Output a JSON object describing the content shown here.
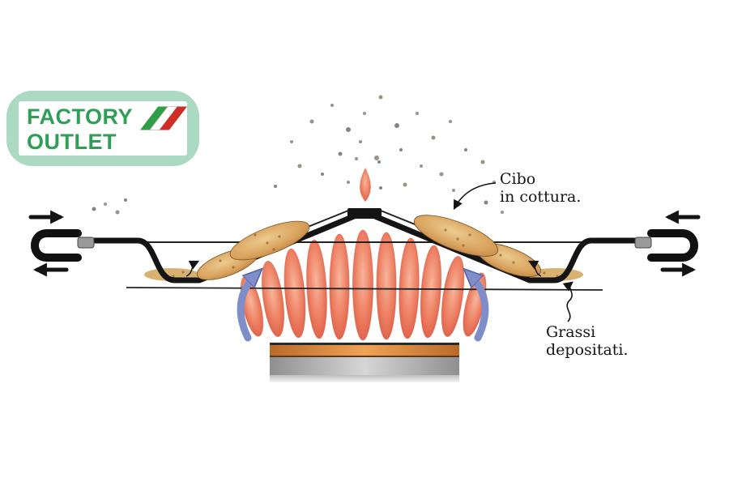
{
  "badge": {
    "line1": "FACTORY",
    "line2": "OUTLET"
  },
  "labels": {
    "food_line1": "Cibo",
    "food_line2": "in cottura.",
    "fat_line1": "Grassi",
    "fat_line2": "depositati."
  },
  "colors": {
    "badge_bg": "#abd9c2",
    "badge_text": "#2f9e57",
    "flag_green": "#2f9e44",
    "flag_white": "#ffffff",
    "flag_red": "#ce2e26",
    "flame_core": "#ee8265",
    "food_tan": "#d9a35e",
    "airflow_blue": "#7f8ec8",
    "frame_black": "#141414",
    "burner_orange": "#e08c3e",
    "burner_gray": "#b0b0b0"
  }
}
